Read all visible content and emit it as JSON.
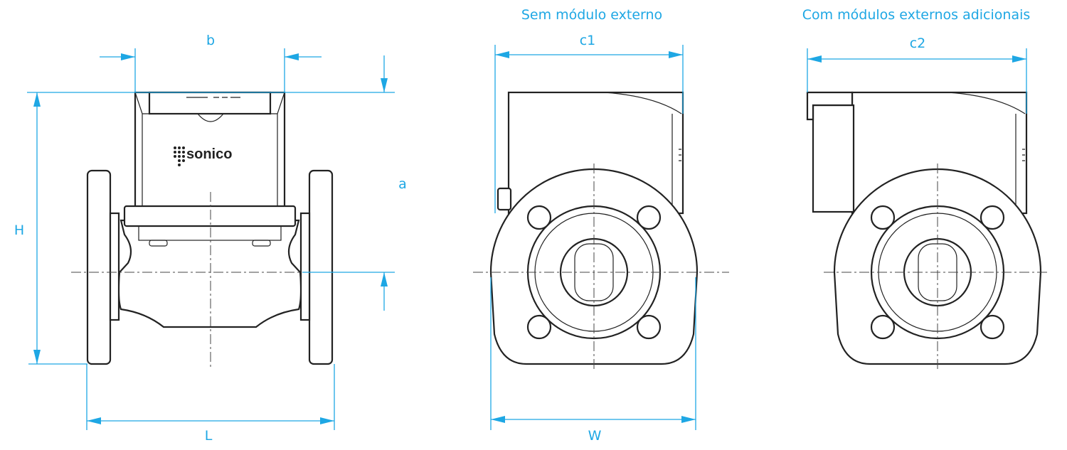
{
  "titles": {
    "without_module": "Sem módulo externo",
    "with_modules": "Com módulos externos adicionais"
  },
  "dimensions": {
    "b": "b",
    "a": "a",
    "H": "H",
    "L": "L",
    "c1": "c1",
    "W": "W",
    "c2": "c2"
  },
  "logo": "sonico",
  "colors": {
    "dimension": "#1ea7e4",
    "outline": "#222222"
  }
}
